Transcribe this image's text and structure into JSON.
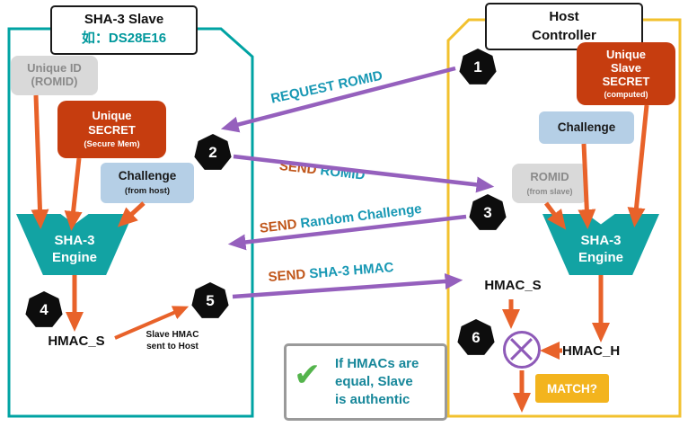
{
  "slave": {
    "title1": "SHA-3 Slave",
    "title2": "如：DS28E16",
    "unique_id": {
      "l1": "Unique ID",
      "l2": "(ROMID)"
    },
    "secret": {
      "l1": "Unique",
      "l2": "SECRET",
      "l3": "(Secure Mem)"
    },
    "challenge": {
      "l1": "Challenge",
      "l2": "(from host)"
    },
    "engine": {
      "l1": "SHA-3",
      "l2": "Engine"
    },
    "hmac": "HMAC_S",
    "note1": "Slave HMAC",
    "note2": "sent to Host"
  },
  "host": {
    "title1": "Host",
    "title2": "Controller",
    "secret": {
      "l1": "Unique",
      "l2": "Slave",
      "l3": "SECRET",
      "l4": "(computed)"
    },
    "challenge": "Challenge",
    "romid": {
      "l1": "ROMID",
      "l2": "(from slave)"
    },
    "engine": {
      "l1": "SHA-3",
      "l2": "Engine"
    },
    "hmac_s": "HMAC_S",
    "hmac_h": "HMAC_H",
    "match": "MATCH?"
  },
  "steps": {
    "s1": "1",
    "s2": "2",
    "s3": "3",
    "s4": "4",
    "s5": "5",
    "s6": "6"
  },
  "messages": {
    "m1": {
      "text": "REQUEST ROMID"
    },
    "m2": {
      "send": "SEND",
      "rest": "ROMID"
    },
    "m3": {
      "send": "SEND",
      "rest": "Random Challenge"
    },
    "m4": {
      "send": "SEND",
      "rest": "SHA-3 HMAC"
    }
  },
  "verdict": {
    "check_glyph": "✔",
    "l1": "If HMACs are",
    "l2": "equal, Slave",
    "l3": "is authentic"
  },
  "colors": {
    "teal_panel": "#00a3a3",
    "yellow_panel": "#f2c12e",
    "engine_teal": "#12a3a3",
    "orange_arrow": "#e8622a",
    "purple_arrow": "#9560bd",
    "red_box": "#c63d0f",
    "blue_box": "#b5cfe6",
    "gray_box": "#d9d9d9",
    "match_yellow": "#f3b41e",
    "label_teal": "#1898b4",
    "label_orange": "#c0561a",
    "check_green": "#54b44c"
  }
}
